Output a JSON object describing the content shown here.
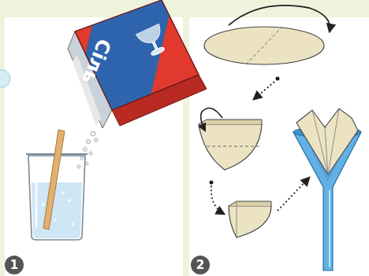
{
  "diagram": {
    "labels": [
      "Сіль",
      "1",
      "2"
    ]
  }
}
